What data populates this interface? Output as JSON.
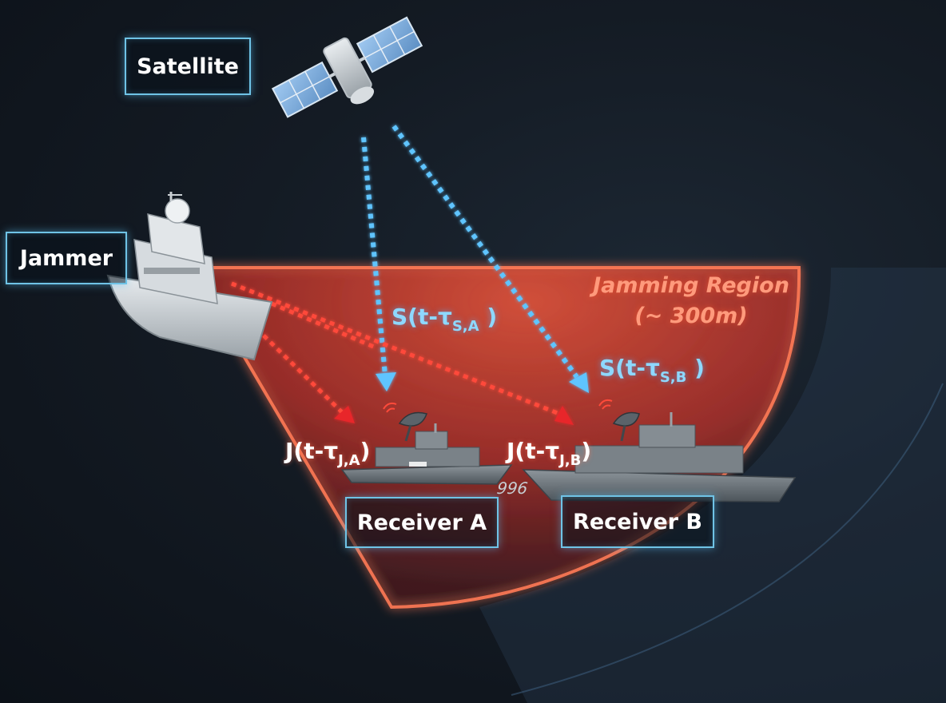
{
  "labels": {
    "satellite": "Satellite",
    "jammer": "Jammer",
    "receiver_a": "Receiver A",
    "receiver_b": "Receiver B"
  },
  "region": {
    "title_line1": "Jamming Region",
    "title_line2": "(~ 300m)"
  },
  "signals": {
    "satellite_a": {
      "prefix": "S(t-",
      "tau": "τ",
      "sub": "S,A",
      "suffix": " )"
    },
    "satellite_b": {
      "prefix": "S(t-",
      "tau": "τ",
      "sub": "S,B",
      "suffix": " )"
    },
    "jammer_a": {
      "prefix": "J(t-",
      "tau": "τ",
      "sub": "J,A",
      "suffix": ")"
    },
    "jammer_b": {
      "prefix": "J(t-",
      "tau": "τ",
      "sub": "J,B",
      "suffix": ")"
    }
  },
  "ship_hull_number": "996",
  "colors": {
    "satellite_signal": "#5ec4ff",
    "jammer_signal": "#ff4a3a",
    "region_fill": "#ff4a32",
    "label_border": "#6fc3e6"
  }
}
